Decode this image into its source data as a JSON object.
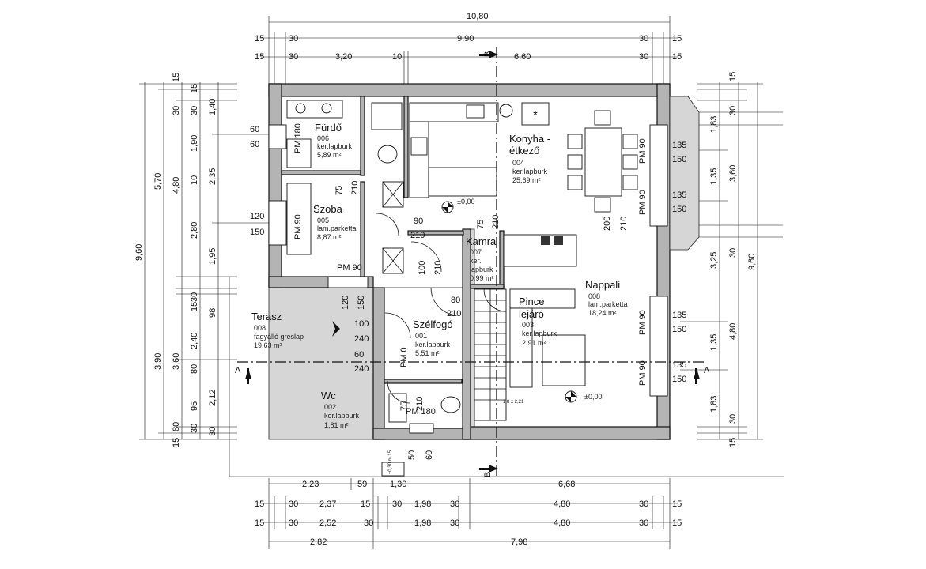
{
  "dimensions": {
    "top_total": "10,80",
    "top_row1": [
      "15",
      "30",
      "9,90",
      "30",
      "15"
    ],
    "top_row2": [
      "15",
      "30",
      "3,20",
      "10",
      "6,60",
      "30",
      "15"
    ],
    "left_col": [
      "9,60",
      "5,70",
      "3,90",
      "4,80",
      "3,60",
      "15",
      "30",
      "1,90",
      "10",
      "2,80",
      "30",
      "15",
      "2,40",
      "80",
      "95",
      "30",
      "80",
      "15",
      "15",
      "30",
      "1,40",
      "2,35",
      "1,95",
      "98",
      "2,12",
      "30"
    ],
    "right_col": [
      "15",
      "30",
      "1,83",
      "1,35",
      "3,25",
      "3,60",
      "9,60",
      "30",
      "4,80",
      "1,35",
      "1,83",
      "30",
      "15"
    ],
    "bottom_row1": [
      "2,23",
      "59",
      "1,30",
      "6,68"
    ],
    "bottom_row2": [
      "15",
      "30",
      "2,37",
      "15",
      "30",
      "1,98",
      "30",
      "4,80",
      "30",
      "15"
    ],
    "bottom_row3": [
      "15",
      "30",
      "2,52",
      "30",
      "1,98",
      "30",
      "4,80",
      "30",
      "15"
    ],
    "bottom_total": [
      "2,82",
      "7,98"
    ],
    "window_left": [
      "60",
      "60",
      "120",
      "150"
    ],
    "window_right": [
      "135",
      "150",
      "135",
      "150",
      "135",
      "150",
      "135",
      "150"
    ],
    "door_inner": [
      "75",
      "210",
      "90",
      "210",
      "75",
      "210",
      "200",
      "210",
      "100",
      "210",
      "80",
      "210",
      "120",
      "150",
      "100",
      "240",
      "60",
      "240",
      "75",
      "210",
      "50",
      "60",
      "PM 90",
      "PM 180",
      "PM 90",
      "PM 90",
      "PM 90",
      "PM 0",
      "PM 180",
      "PM 90"
    ]
  },
  "section_marks": {
    "a": "A",
    "b": "B"
  },
  "levels": {
    "l1": "±0,00",
    "l2": "±0,00"
  },
  "stair_note": "±0,30 m 15",
  "stair_note2": "1,8 x 2,21",
  "rooms": [
    {
      "name": "Fürdő",
      "code": "006",
      "floor": "ker.lapburk",
      "area": "5,89 m²"
    },
    {
      "name": "Szoba",
      "code": "005",
      "floor": "lam.parketta",
      "area": "8,87 m²"
    },
    {
      "name": "Konyha -",
      "name2": "étkező",
      "code": "004",
      "floor": "ker.lapburk",
      "area": "25,69 m²"
    },
    {
      "name": "Kamra",
      "code": "007",
      "floor": "ker.",
      "floor2": "lapburk",
      "area": "0,99 m²"
    },
    {
      "name": "Nappali",
      "code": "008",
      "floor": "lam.parketta",
      "area": "18,24 m²"
    },
    {
      "name": "Pince",
      "name2": "lejáró",
      "code": "003",
      "floor": "ker.lapburk",
      "area": "2,91 m²"
    },
    {
      "name": "Szélfogó",
      "code": "001",
      "floor": "ker.lapburk",
      "area": "5,51 m²"
    },
    {
      "name": "Terasz",
      "code": "008",
      "floor": "fagyálló greslap",
      "area": "19,63 m²"
    },
    {
      "name": "Wc",
      "code": "002",
      "floor": "ker.lapburk",
      "area": "1,81 m²"
    }
  ]
}
